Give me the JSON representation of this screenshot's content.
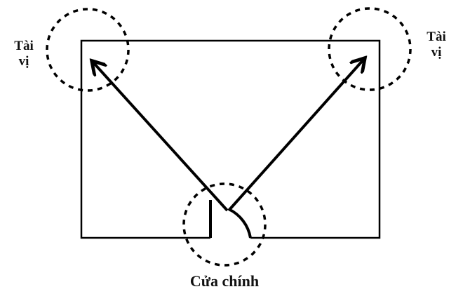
{
  "diagram": {
    "labels": {
      "altar_left": {
        "line1": "Tài",
        "line2": "vị"
      },
      "altar_right": {
        "line1": "Tài",
        "line2": "vị"
      },
      "main_door": "Cửa chính"
    },
    "colors": {
      "stroke": "#000000",
      "background": "#ffffff",
      "text": "#111111"
    }
  }
}
